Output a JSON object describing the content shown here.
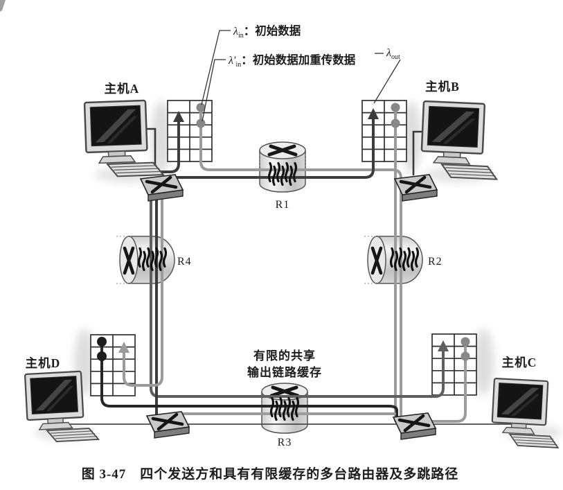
{
  "figure_caption": "图 3-47　四个发送方和具有有限缓存的多台路由器及多跳路径",
  "hosts": {
    "a": "主机A",
    "b": "主机B",
    "c": "主机C",
    "d": "主机D"
  },
  "routers": {
    "r1": "R1",
    "r2": "R2",
    "r3": "R3",
    "r4": "R4"
  },
  "r3_buffer_note": {
    "line1": "有限的共享",
    "line2": "输出链路缓存"
  },
  "annotations": {
    "lambda_in": {
      "symbol": "λ",
      "subscript": "in",
      "text": "：初始数据"
    },
    "lambda_in_prime": {
      "symbol": "λ′",
      "subscript": "in",
      "text": "：初始数据加重传数据"
    },
    "lambda_out": {
      "symbol": "λ",
      "subscript": "out",
      "text": ""
    }
  },
  "legend_colors": {
    "host_a_traffic": "#3c3c3c",
    "other_traffic": "#9b9b9b",
    "host_d_traffic": "#262626",
    "shared_path": "#5f5f5f",
    "packet_fill": "#101010"
  }
}
